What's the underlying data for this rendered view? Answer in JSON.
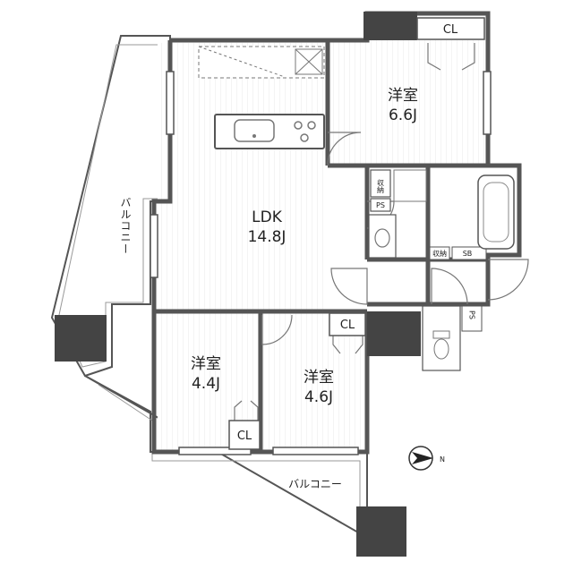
{
  "rooms": {
    "ldk": {
      "name": "LDK",
      "size": "14.8J"
    },
    "western_1": {
      "name": "洋室",
      "size": "6.6J"
    },
    "western_2": {
      "name": "洋室",
      "size": "4.4J"
    },
    "western_3": {
      "name": "洋室",
      "size": "4.6J"
    }
  },
  "closets": {
    "cl_top": "CL",
    "cl_middle": "CL",
    "cl_bottom": "CL"
  },
  "storage": {
    "shuno": "収納",
    "ps_upper": "PS",
    "ps_lower": "PS",
    "sb": "SB",
    "shuno_small": "収納"
  },
  "balconies": {
    "west": "バルコニー",
    "south": "バルコニー"
  },
  "compass": {
    "label": "N"
  },
  "colors": {
    "wall": "#555555",
    "column": "#444444",
    "floor_line": "#e6e6e6",
    "fixture": "#777777"
  }
}
